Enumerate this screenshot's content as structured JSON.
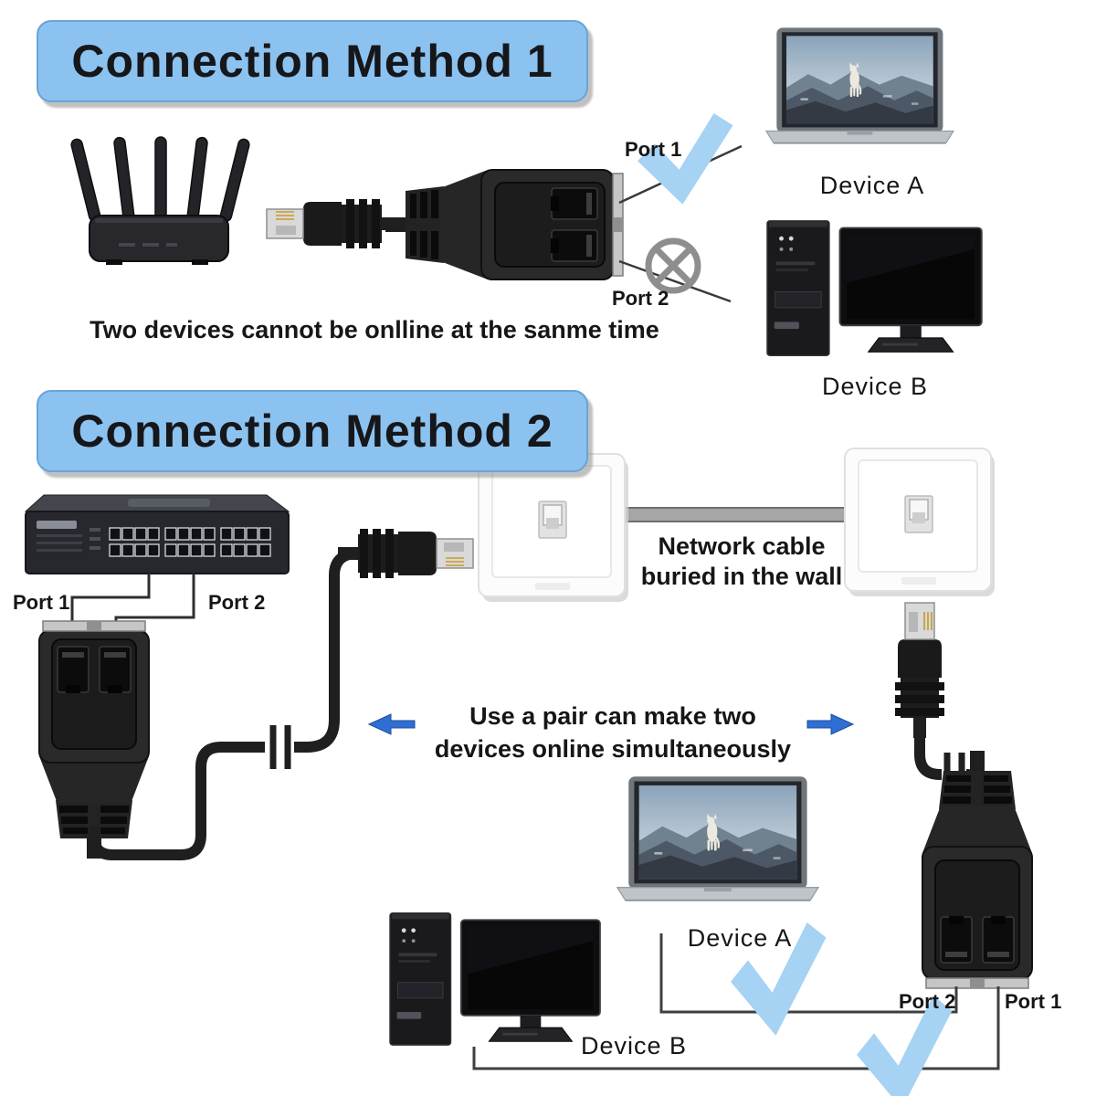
{
  "method1": {
    "title": "Connection Method 1",
    "port1": "Port 1",
    "port2": "Port 2",
    "caption": "Two devices cannot be onlline at the sanme time",
    "device_a": "Device A",
    "device_b": "Device B"
  },
  "method2": {
    "title": "Connection Method 2",
    "switch_port1": "Port 1",
    "switch_port2": "Port 2",
    "wall_note_line1": "Network cable",
    "wall_note_line2": "buried in the wall",
    "center_note_line1": "Use a pair can make two",
    "center_note_line2": "devices online simultaneously",
    "device_a": "Device A",
    "device_b": "Device B",
    "splitter_port2": "Port 2",
    "splitter_port1": "Port 1"
  },
  "colors": {
    "title_bg": "#8cc2ef",
    "check_blue": "#a6d2f4",
    "arrow_blue": "#2f6fd4",
    "deny_grey": "#8e8e8e",
    "cable_black": "#1f1f1f"
  }
}
